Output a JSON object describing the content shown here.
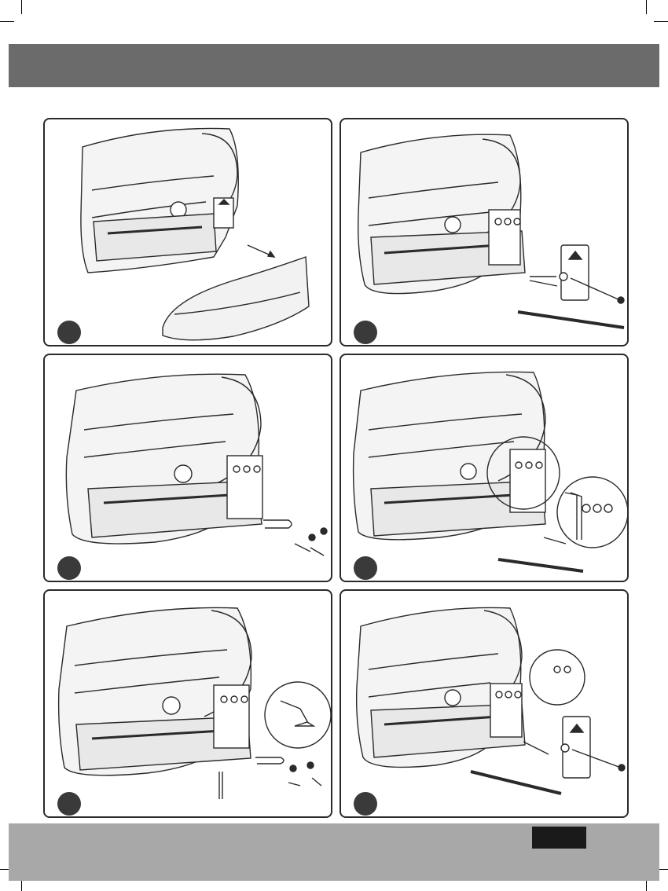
{
  "document": {
    "header_title": "",
    "footer_text": "",
    "page_number": ""
  },
  "panels": [
    {
      "id": 1,
      "illustration": "remove-front-cover",
      "step_label": ""
    },
    {
      "id": 2,
      "illustration": "remove-terminal-cover-screw",
      "step_label": ""
    },
    {
      "id": 3,
      "illustration": "remove-cable-clamp-screws",
      "step_label": ""
    },
    {
      "id": 4,
      "illustration": "connect-power-wires",
      "step_label": ""
    },
    {
      "id": 5,
      "illustration": "refit-cable-clamp",
      "step_label": ""
    },
    {
      "id": 6,
      "illustration": "refit-terminal-cover",
      "step_label": ""
    }
  ],
  "colors": {
    "header_band": "#6b6b6b",
    "footer_band": "#a8a8a8",
    "page_tab": "#1a1a1a",
    "step_badge": "#3a3a3a",
    "line_art": "#2a2a2a"
  }
}
